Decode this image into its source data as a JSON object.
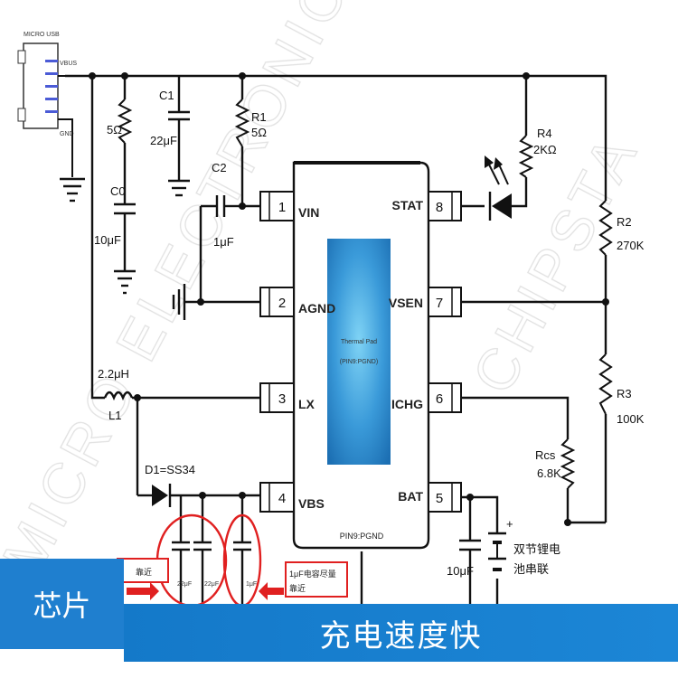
{
  "watermark": {
    "line1": "MICRO ELECTRONICS",
    "line2": "CHIPSTA"
  },
  "connector": {
    "label": "MICRO USB",
    "vbus": "VBUS",
    "gnd": "GND"
  },
  "components": {
    "r_in": "5Ω",
    "c1": "C1",
    "c1_val": "22μF",
    "r1": "R1",
    "r1_val": "5Ω",
    "c0": "C0",
    "c0_val": "10μF",
    "c2": "C2",
    "c2_val": "1μF",
    "l1_val": "2.2μH",
    "l1": "L1",
    "d1": "D1=SS34",
    "r4": "R4",
    "r4_val": "2KΩ",
    "r2": "R2",
    "r2_val": "270K",
    "r3": "R3",
    "r3_val": "100K",
    "rcs": "Rcs",
    "rcs_val": "6.8K",
    "c_bat": "10μF",
    "cap_a": "22μF",
    "cap_b": "22μF",
    "cap_c": "1μF",
    "battery": "双节锂电池串联",
    "battery_l1": "双节锂电",
    "battery_l2": "池串联",
    "battery_plus": "+"
  },
  "ic": {
    "thermal_pad_l1": "Thermal Pad",
    "thermal_pad_l2": "(PIN9:PGND)",
    "bottom_label": "PIN9:PGND",
    "pins_left": [
      {
        "num": "1",
        "name": "VIN"
      },
      {
        "num": "2",
        "name": "AGND"
      },
      {
        "num": "3",
        "name": "LX"
      },
      {
        "num": "4",
        "name": "VBS"
      }
    ],
    "pins_right": [
      {
        "num": "8",
        "name": "STAT"
      },
      {
        "num": "7",
        "name": "VSEN"
      },
      {
        "num": "6",
        "name": "ICHG"
      },
      {
        "num": "5",
        "name": "BAT"
      }
    ]
  },
  "notes": {
    "left_note": "靠近",
    "cap_note_l1": "1μF电容尽量",
    "cap_note_l2": "靠近"
  },
  "tags": {
    "category": "芯片",
    "banner": "充电速度快"
  },
  "colors": {
    "wire": "#111111",
    "thermal_pad": "#3a9ad9",
    "highlight": "#e02020",
    "banner": "#1c80d0"
  }
}
